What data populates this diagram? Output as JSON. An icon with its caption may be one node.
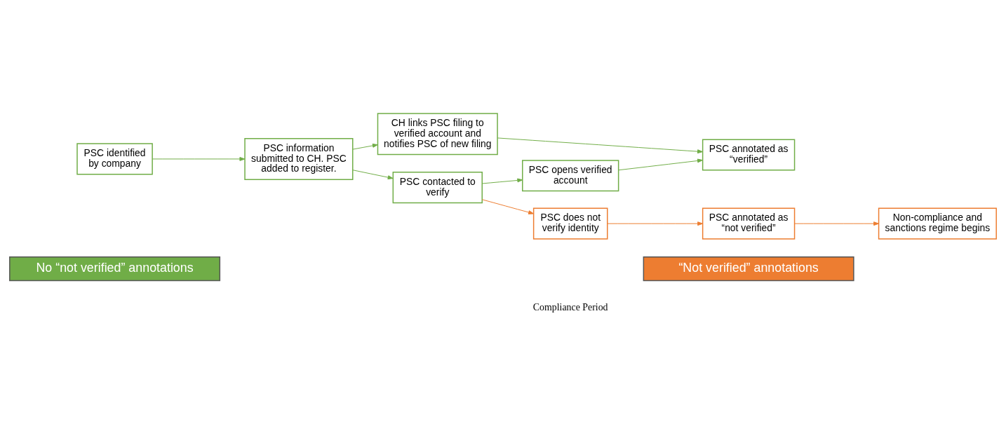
{
  "diagram": {
    "nodes": [
      {
        "text": [
          "PSC identified by company"
        ]
      },
      {
        "text": [
          "PSC information submitted to CH. PSC added to register."
        ]
      },
      {
        "text": [
          "CH links PSC filing to verified account and notifies PSC of new filing"
        ]
      },
      {
        "text": [
          "PSC contacted to verify"
        ]
      },
      {
        "text": [
          "PSC opens verified account"
        ]
      },
      {
        "text": [
          "PSC does not verify identity"
        ]
      },
      {
        "text": [
          "PSC annotated as “verified”"
        ]
      },
      {
        "text": [
          "PSC annotated as “not verified”"
        ]
      },
      {
        "text": [
          "Non-compliance and sanctions regime begins"
        ]
      },
      {
        "text": [
          "No “not verified” annotations"
        ]
      },
      {
        "text": [
          "“Not verified” annotations"
        ]
      }
    ],
    "edges": [
      {
        "from": 0,
        "to": 1,
        "arrow": "to"
      },
      {
        "from": 1,
        "to": 2,
        "arrow": "to"
      },
      {
        "from": 1,
        "to": 3,
        "arrow": "to"
      },
      {
        "from": 3,
        "to": 4,
        "arrow": "to"
      },
      {
        "from": 3,
        "to": 5,
        "arrow": "to",
        "color": "#ed7d31"
      },
      {
        "from": 2,
        "to": 6,
        "arrow": "to"
      },
      {
        "from": 4,
        "to": 6,
        "arrow": "to"
      },
      {
        "from": 5,
        "to": 7,
        "arrow": "to",
        "color": "#ed7d31"
      },
      {
        "from": 7,
        "to": 8,
        "arrow": "to",
        "color": "#ed7d31"
      }
    ],
    "labels": [
      "Compliance Period"
    ]
  }
}
